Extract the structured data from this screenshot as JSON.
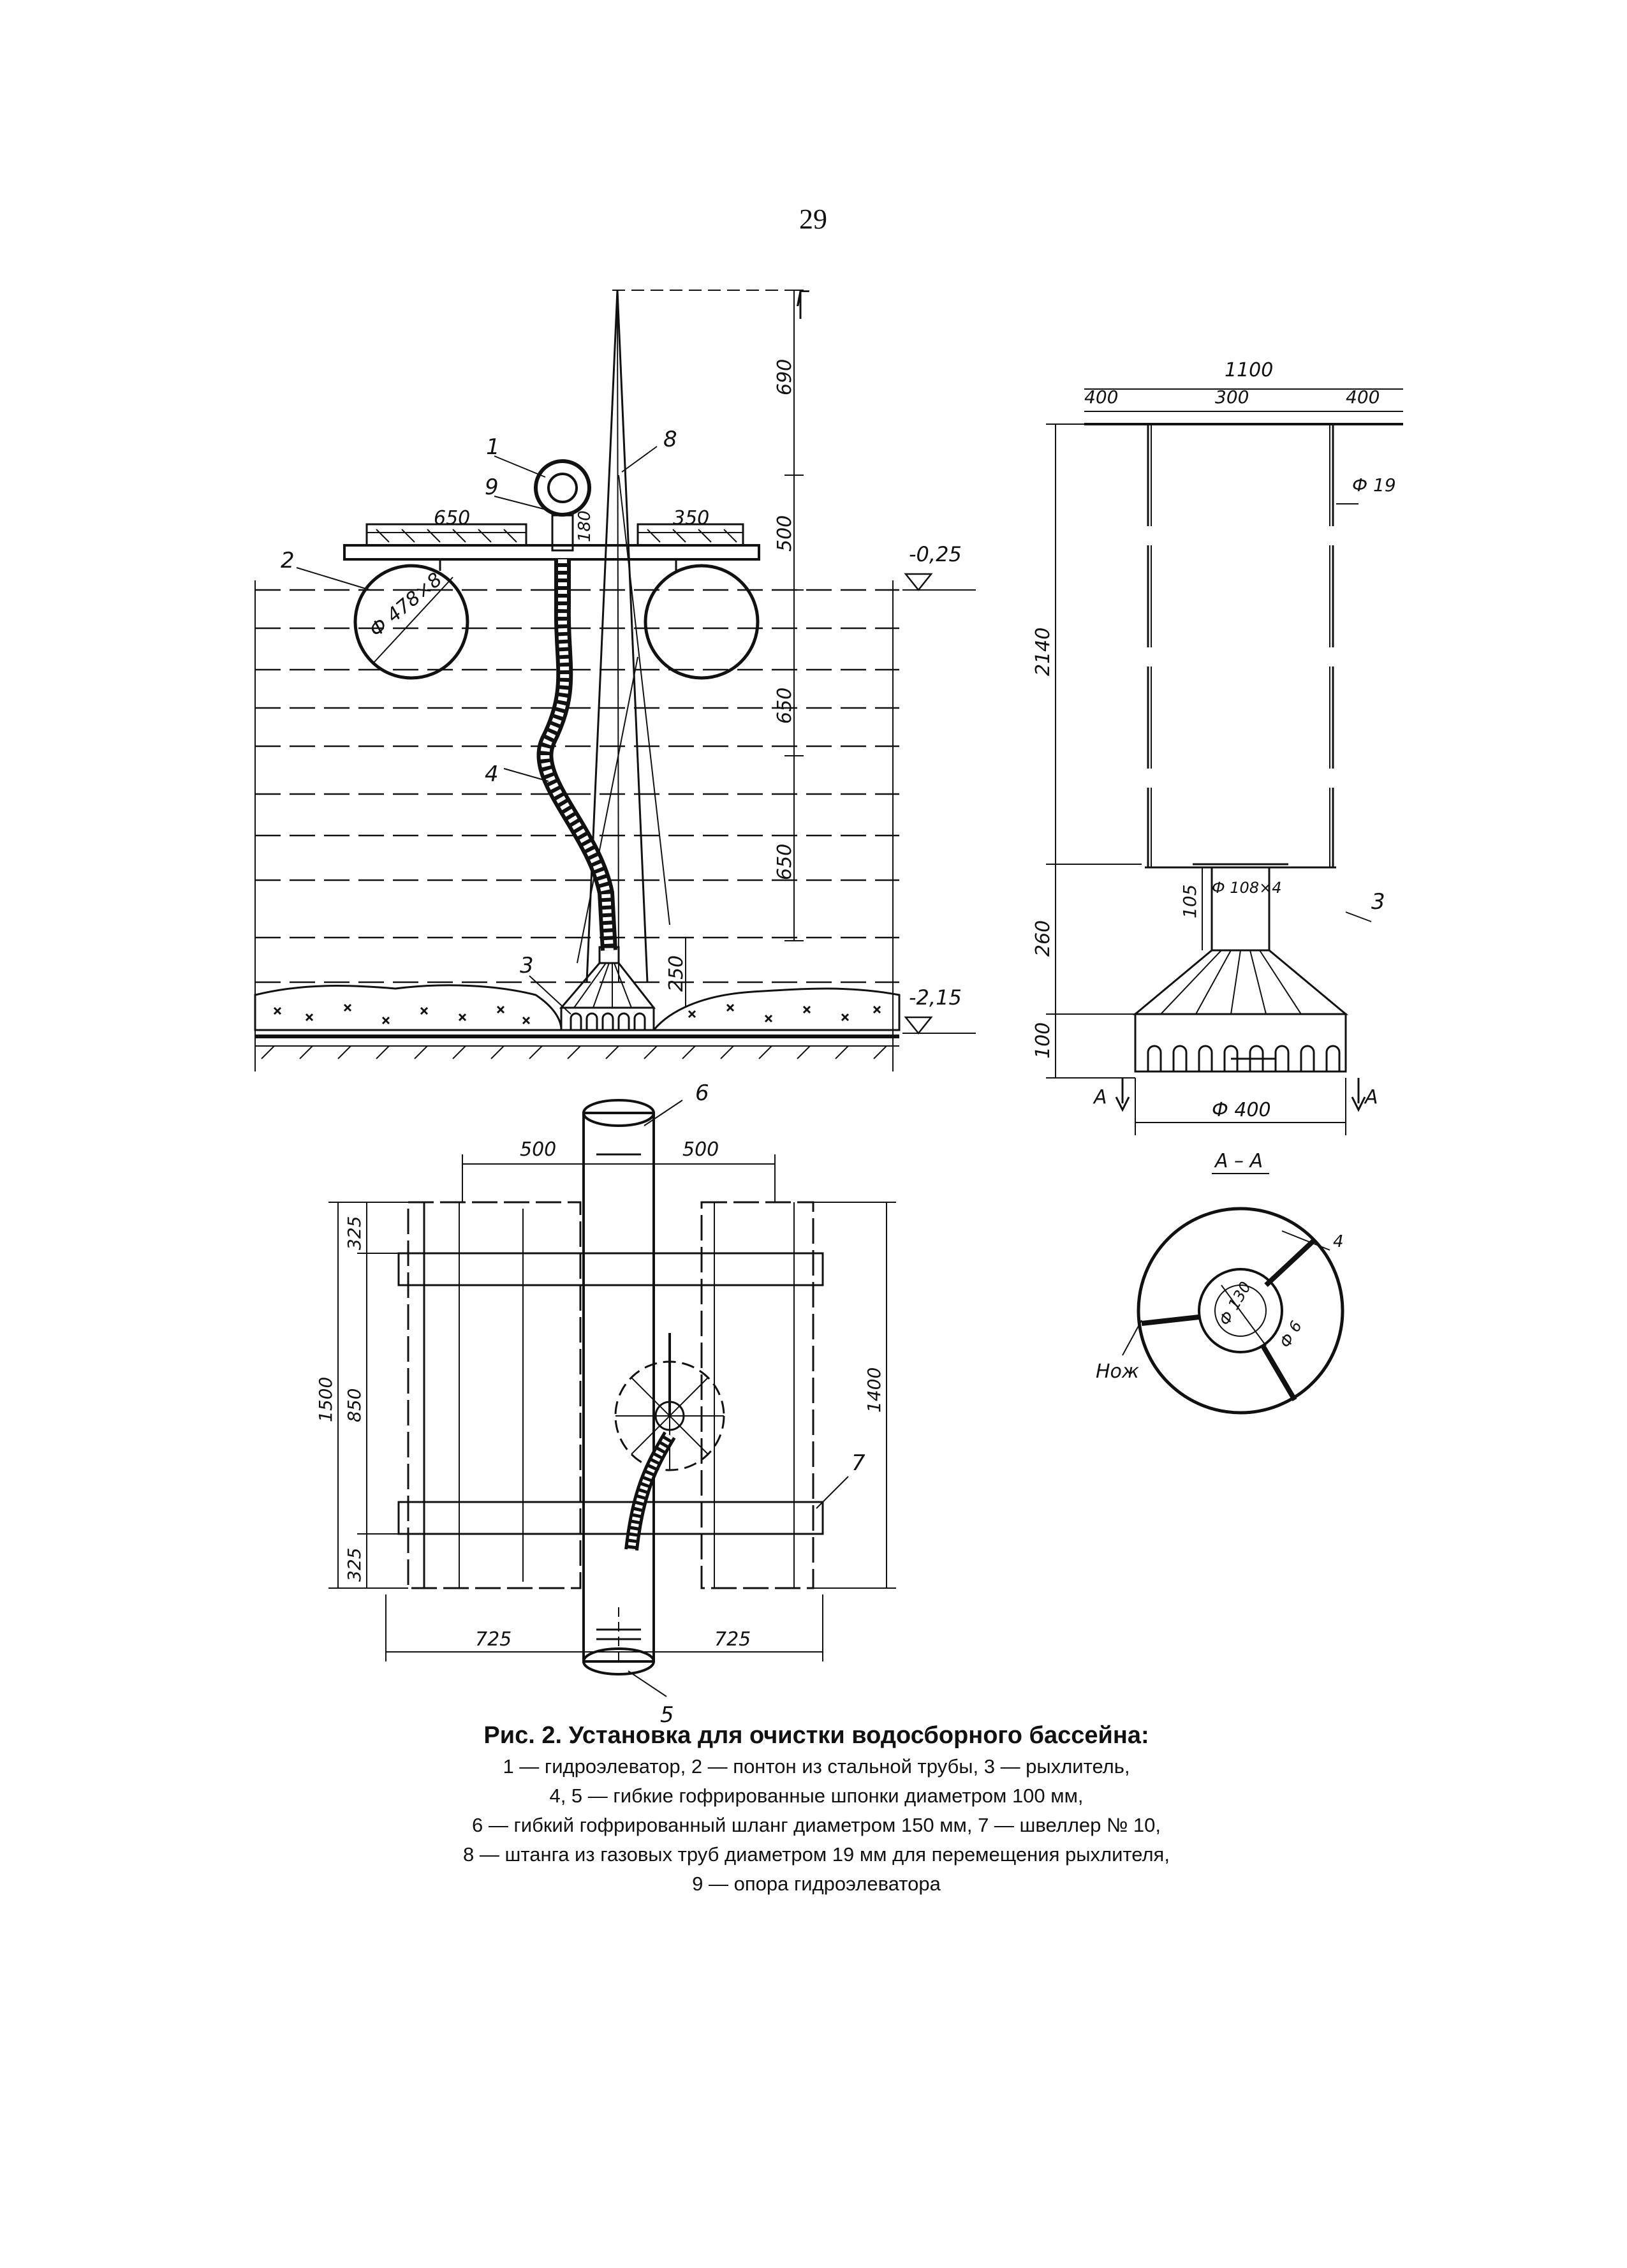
{
  "page": {
    "number": "29"
  },
  "section_view": {
    "labels": [
      "1",
      "9",
      "8",
      "2",
      "4",
      "3"
    ],
    "pontoon_diameter": "Ф 478×8",
    "dims": [
      "690",
      "500",
      "650",
      "650",
      "250",
      "650",
      "350",
      "180"
    ],
    "levels": [
      "-0,25",
      "-2,15"
    ],
    "cut_mark": "Г"
  },
  "loosener_view": {
    "dims_top": [
      "1100",
      "400",
      "300",
      "400"
    ],
    "dims_side": [
      "2140",
      "260",
      "100",
      "105"
    ],
    "rod_diameter": "Ф 19",
    "pipe_diameter": "Ф 108×4",
    "base_diameter": "Ф 400",
    "section_marks": [
      "А",
      "А"
    ],
    "label": "3"
  },
  "section_aa": {
    "title": "А – А",
    "knife_label": "Нож",
    "dims": [
      "4",
      "Ф 130",
      "Ф 6"
    ]
  },
  "plan_view": {
    "dims_top": [
      "500",
      "500"
    ],
    "dims_left": [
      "325",
      "850",
      "325",
      "1500"
    ],
    "dim_right": "1400",
    "dims_bottom": [
      "725",
      "725"
    ],
    "labels": [
      "6",
      "7",
      "5"
    ]
  },
  "caption": {
    "title": "Рис. 2. Установка для очистки водосборного бассейна:",
    "lines": [
      "1 — гидроэлеватор, 2 — понтон из стальной трубы, 3 — рыхлитель,",
      "4, 5 — гибкие гофрированные шпонки диаметром 100 мм,",
      "6 — гибкий гофрированный шланг диаметром 150 мм, 7 — швеллер № 10,",
      "8 — штанга из газовых труб диаметром 19 мм для перемещения рыхлителя,",
      "9 — опора гидроэлеватора"
    ]
  }
}
